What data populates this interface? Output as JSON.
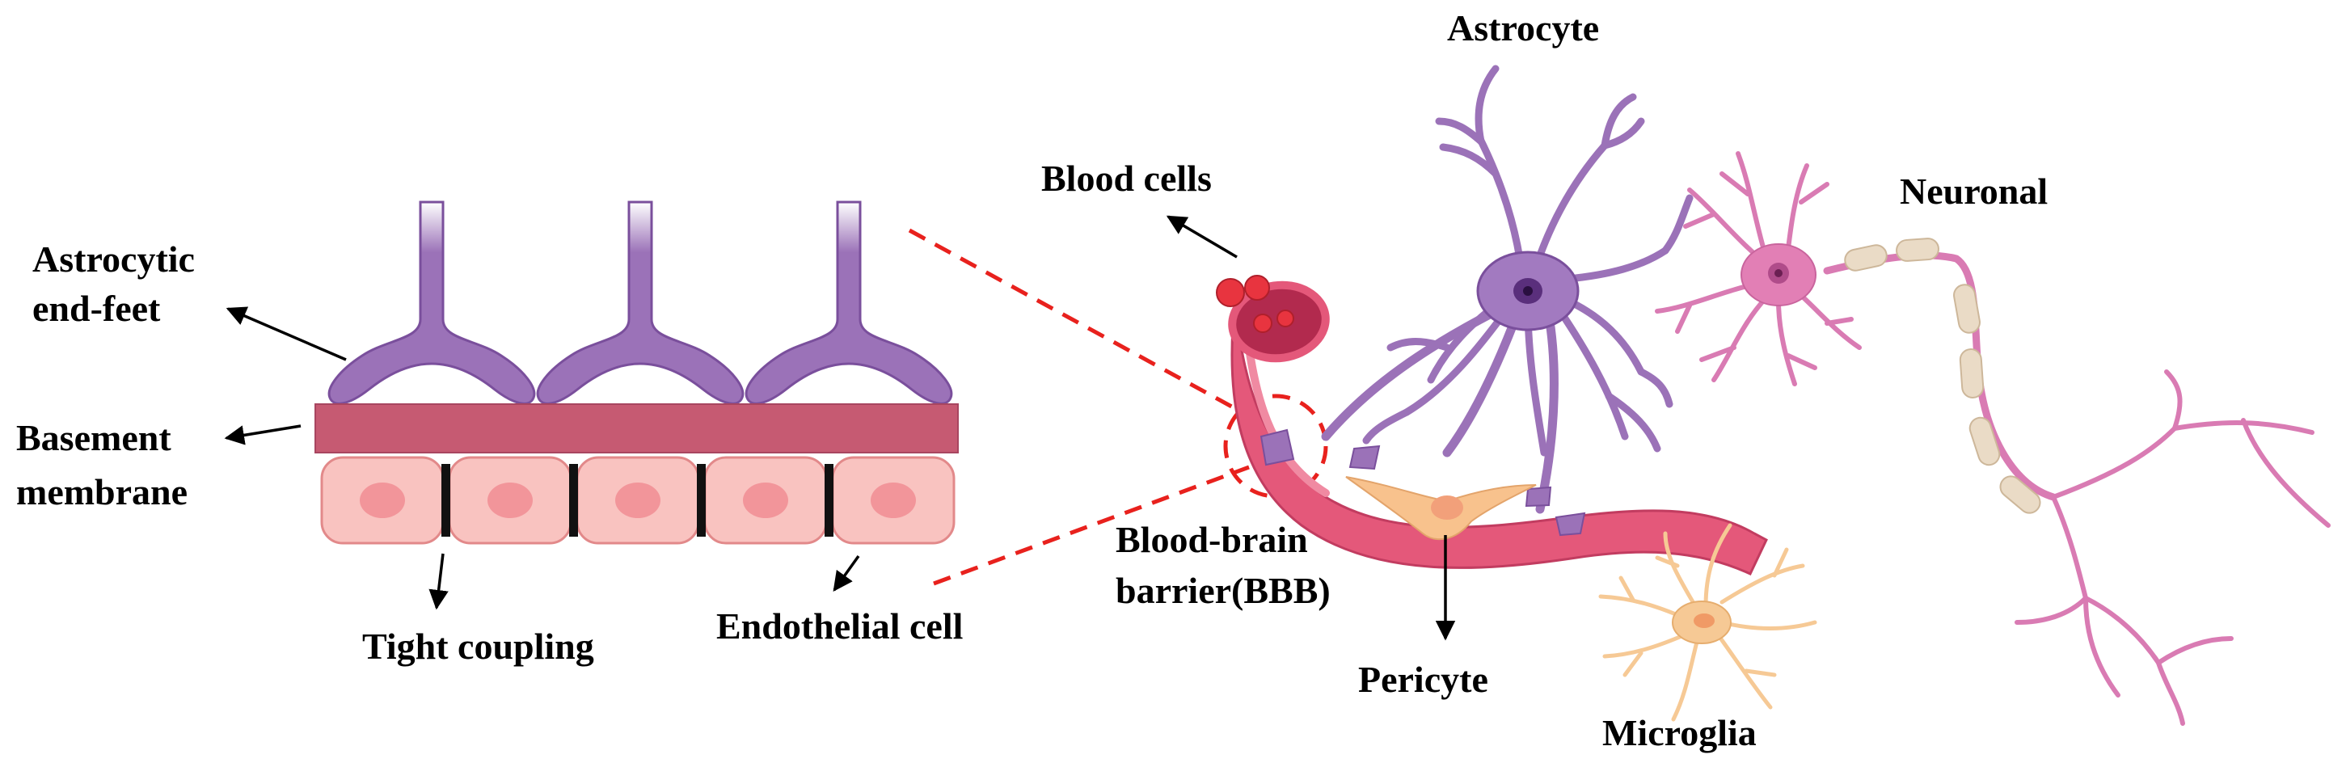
{
  "labels": {
    "astrocytic_endfeet_line1": "Astrocytic",
    "astrocytic_endfeet_line2": "end-feet",
    "basement_membrane_line1": "Basement",
    "basement_membrane_line2": "membrane",
    "tight_coupling": "Tight coupling",
    "endothelial_cell": "Endothelial cell",
    "blood_cells": "Blood cells",
    "astrocyte": "Astrocyte",
    "neuronal": "Neuronal",
    "bbb_line1": "Blood-brain",
    "bbb_line2": "barrier(BBB)",
    "pericyte": "Pericyte",
    "microglia": "Microglia"
  },
  "colors": {
    "astrocyte_purple": "#9b72b8",
    "astrocyte_dark": "#7a4f9c",
    "basement_membrane": "#c65a72",
    "endothelial_fill": "#f9c3c0",
    "endothelial_stroke": "#e2898a",
    "endothelial_nucleus": "#f2959a",
    "tight_junction": "#111111",
    "vessel": "#e4587a",
    "vessel_inner": "#b22a4e",
    "blood_cell": "#e8343f",
    "neuron_pink": "#d97bb3",
    "myelin": "#eadbc6",
    "pericyte": "#f8c28d",
    "microglia": "#f6c995",
    "dashed_callout": "#e8211d"
  }
}
